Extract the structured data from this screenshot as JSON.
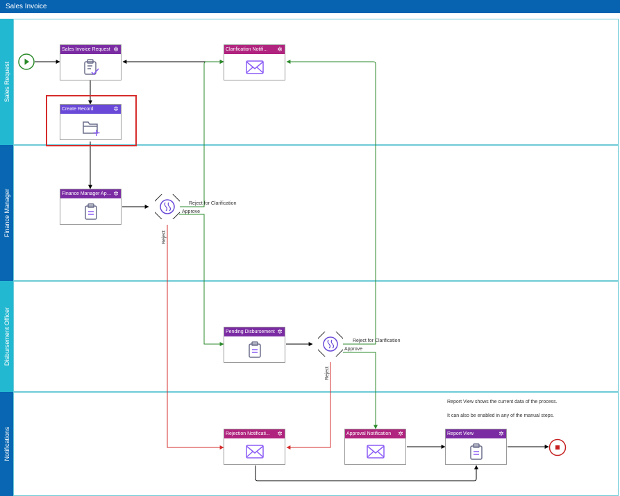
{
  "title": "Sales Invoice",
  "lanes": [
    {
      "label": "Sales Request"
    },
    {
      "label": "Finance Manager"
    },
    {
      "label": "Disbursement Officer"
    },
    {
      "label": "Notifications"
    }
  ],
  "tasks": {
    "sales_invoice_request": "Sales Invoice Request",
    "clarification_notification": "Clarification Notifi...",
    "create_record": "Create Record",
    "finance_manager_approval": "Finance Manager Appr...",
    "pending_disbursement": "Pending Disbursement",
    "rejection_notification": "Rejection Notificati...",
    "approval_notification": "Approval Notification",
    "report_view": "Report View"
  },
  "flow_labels": {
    "reject_for_clarification_1": "Reject for Clarification",
    "approve_1": "Approve",
    "reject_1": "Reject",
    "reject_for_clarification_2": "Reject for Clarification",
    "approve_2": "Approve",
    "reject_2": "Reject"
  },
  "notes": {
    "line1": "Report View shows the current data of the process.",
    "line2": "It can also be enabled in any of the manual steps."
  },
  "colors": {
    "title_bar": "#0762b0",
    "lane_teal": "#23b8d1",
    "lane_blue": "#0866b2",
    "flow_default": "#000000",
    "flow_approve": "#2a8a2a",
    "flow_reject": "#d62c2c",
    "selection": "#d62c2c"
  },
  "icons": [
    "play-icon",
    "clipboard-check-icon",
    "envelope-icon",
    "folder-add-icon",
    "clipboard-icon",
    "gateway-icon",
    "stop-icon",
    "gear-icon"
  ]
}
